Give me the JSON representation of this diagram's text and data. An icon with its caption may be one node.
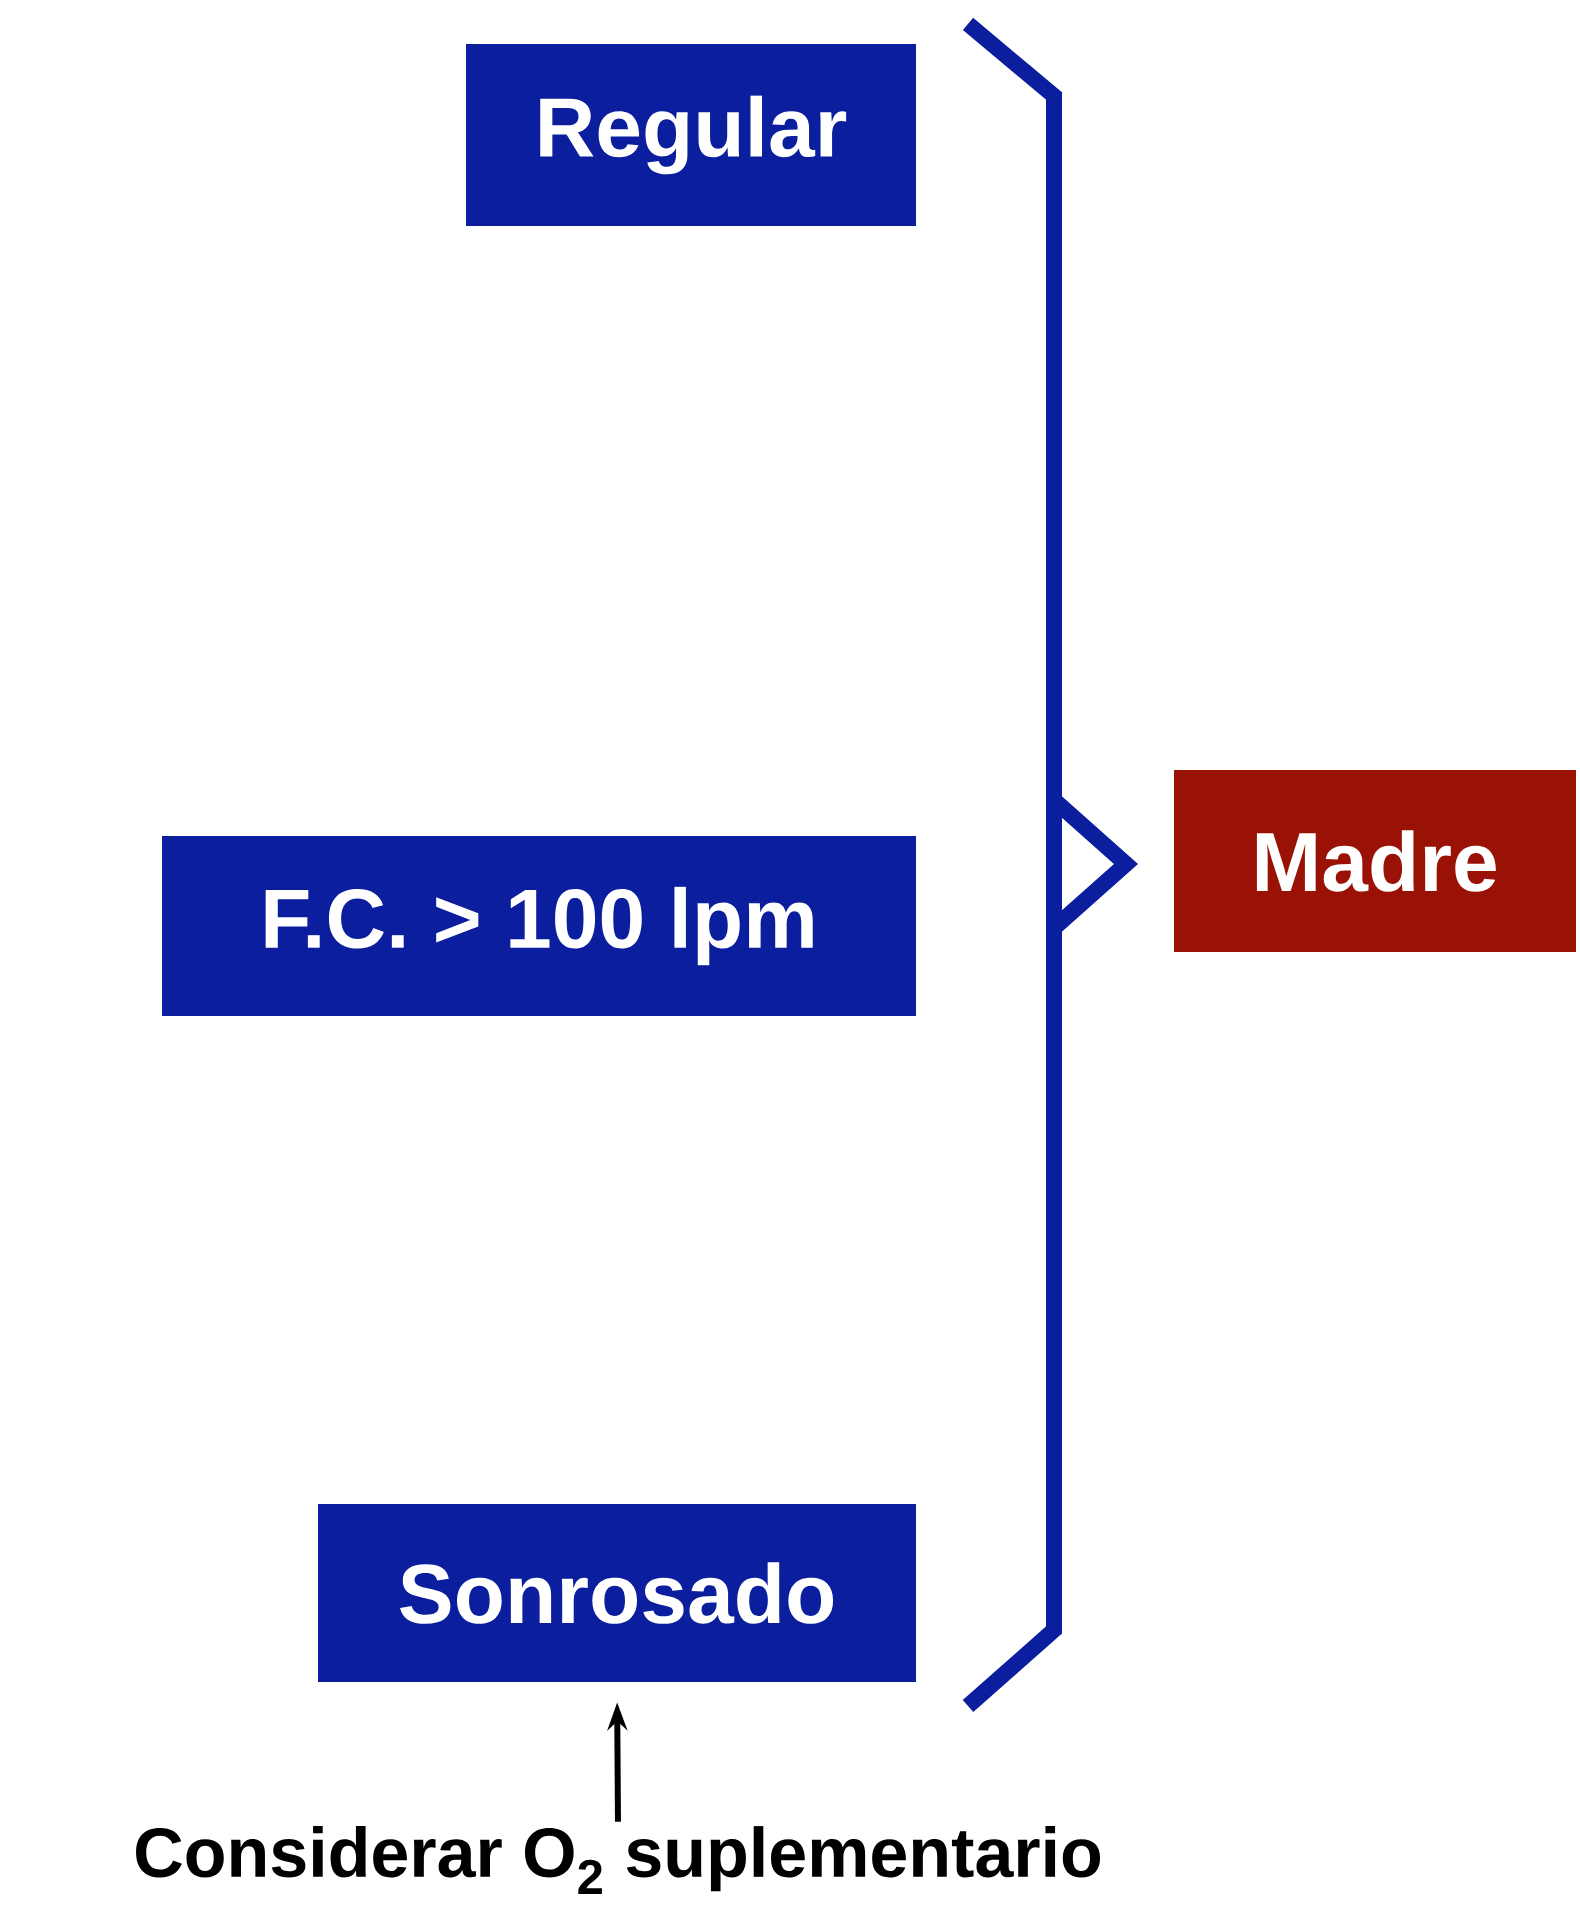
{
  "diagram": {
    "nodes": [
      {
        "text": [
          "Regular"
        ]
      },
      {
        "text": [
          "F.C. > 100 lpm"
        ]
      },
      {
        "text": [
          "Sonrosado"
        ]
      },
      {
        "text": [
          "Madre"
        ]
      },
      {
        "text": [
          "Considerar O$_{2}$ suplementario"
        ]
      }
    ],
    "edges": [
      {
        "from": 4,
        "to": 2,
        "arrow": "to"
      }
    ]
  }
}
